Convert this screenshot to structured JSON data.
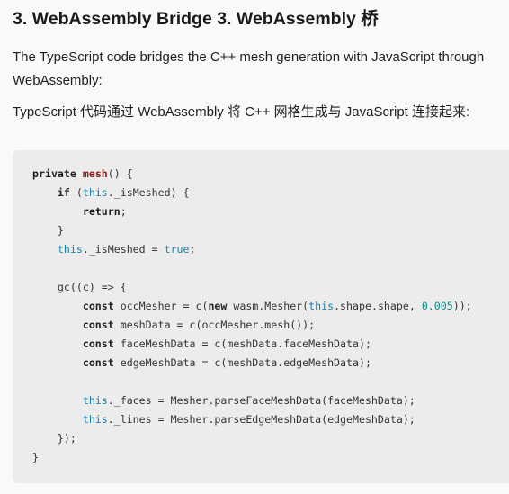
{
  "heading": {
    "text": "3. WebAssembly Bridge  3. WebAssembly 桥"
  },
  "paragraphs": {
    "english": "The TypeScript code bridges the C++ mesh generation with JavaScript through WebAssembly:",
    "chinese": "TypeScript 代码通过 WebAssembly 将 C++ 网格生成与 JavaScript 连接起来:"
  },
  "code": {
    "language": "typescript",
    "lines": [
      [
        {
          "t": "kw",
          "v": "private"
        },
        {
          "t": "plain",
          "v": " "
        },
        {
          "t": "fn",
          "v": "mesh"
        },
        {
          "t": "plain",
          "v": "() {"
        }
      ],
      [
        {
          "t": "plain",
          "v": "    "
        },
        {
          "t": "kw",
          "v": "if"
        },
        {
          "t": "plain",
          "v": " ("
        },
        {
          "t": "this",
          "v": "this"
        },
        {
          "t": "plain",
          "v": "._isMeshed) {"
        }
      ],
      [
        {
          "t": "plain",
          "v": "        "
        },
        {
          "t": "kw",
          "v": "return"
        },
        {
          "t": "plain",
          "v": ";"
        }
      ],
      [
        {
          "t": "plain",
          "v": "    }"
        }
      ],
      [
        {
          "t": "plain",
          "v": "    "
        },
        {
          "t": "this",
          "v": "this"
        },
        {
          "t": "plain",
          "v": "._isMeshed = "
        },
        {
          "t": "this",
          "v": "true"
        },
        {
          "t": "plain",
          "v": ";"
        }
      ],
      [],
      [
        {
          "t": "plain",
          "v": "    gc((c) => {"
        }
      ],
      [
        {
          "t": "plain",
          "v": "        "
        },
        {
          "t": "kw",
          "v": "const"
        },
        {
          "t": "plain",
          "v": " occMesher = c("
        },
        {
          "t": "kw",
          "v": "new"
        },
        {
          "t": "plain",
          "v": " wasm.Mesher("
        },
        {
          "t": "this",
          "v": "this"
        },
        {
          "t": "plain",
          "v": ".shape.shape, "
        },
        {
          "t": "num",
          "v": "0.005"
        },
        {
          "t": "plain",
          "v": "));"
        }
      ],
      [
        {
          "t": "plain",
          "v": "        "
        },
        {
          "t": "kw",
          "v": "const"
        },
        {
          "t": "plain",
          "v": " meshData = c(occMesher.mesh());"
        }
      ],
      [
        {
          "t": "plain",
          "v": "        "
        },
        {
          "t": "kw",
          "v": "const"
        },
        {
          "t": "plain",
          "v": " faceMeshData = c(meshData.faceMeshData);"
        }
      ],
      [
        {
          "t": "plain",
          "v": "        "
        },
        {
          "t": "kw",
          "v": "const"
        },
        {
          "t": "plain",
          "v": " edgeMeshData = c(meshData.edgeMeshData);"
        }
      ],
      [],
      [
        {
          "t": "plain",
          "v": "        "
        },
        {
          "t": "this",
          "v": "this"
        },
        {
          "t": "plain",
          "v": "._faces = Mesher.parseFaceMeshData(faceMeshData);"
        }
      ],
      [
        {
          "t": "plain",
          "v": "        "
        },
        {
          "t": "this",
          "v": "this"
        },
        {
          "t": "plain",
          "v": "._lines = Mesher.parseEdgeMeshData(edgeMeshData);"
        }
      ],
      [
        {
          "t": "plain",
          "v": "    });"
        }
      ],
      [
        {
          "t": "plain",
          "v": "}"
        }
      ]
    ]
  },
  "colors": {
    "page_background": "#f9f9f9",
    "code_background": "#ececec",
    "keyword": "#1f1f1f",
    "function_name": "#8b1a1a",
    "this_keyword": "#1a7fa8",
    "number": "#0a8a8a"
  }
}
